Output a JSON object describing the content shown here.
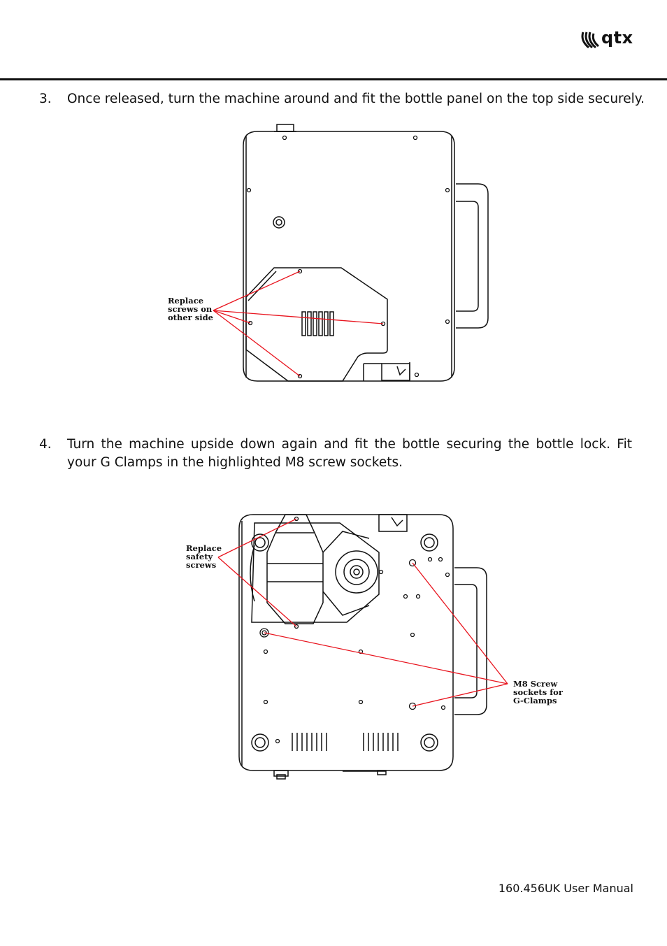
{
  "header": {
    "logo_text": "qtx"
  },
  "steps": [
    {
      "number": "3.",
      "text": "Once released, turn the machine around and fit the bottle panel on the top side securely."
    },
    {
      "number": "4.",
      "text": "Turn the machine upside down again and fit the bottle securing the bottle lock. Fit your G Clamps in the highlighted M8 screw sockets."
    }
  ],
  "figure1": {
    "callout": [
      "Replace",
      "screws on",
      "other side"
    ]
  },
  "figure2": {
    "callout_left": [
      "Replace",
      "safety",
      "screws"
    ],
    "callout_right": [
      "M8 Screw",
      "sockets for",
      "G-Clamps"
    ]
  },
  "footer": {
    "text": "160.456UK User Manual"
  },
  "colors": {
    "callout_line": "#e8141e",
    "ink": "#111111"
  }
}
